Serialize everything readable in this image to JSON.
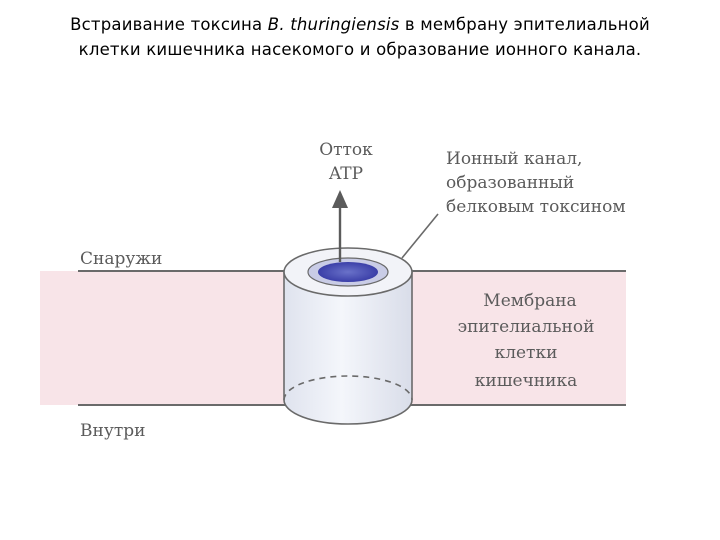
{
  "title": {
    "prefix": "Встраивание токсина ",
    "species": "B. thuringiensis",
    "suffix_line1": " в мембрану эпителиальной",
    "line2": "клетки кишечника насекомого и образование ионного канала."
  },
  "diagram": {
    "labels": {
      "outside": "Снаружи",
      "inside": "Внутри",
      "efflux_line1": "Отток",
      "efflux_line2": "ATP",
      "channel_line1": "Ионный канал,",
      "channel_line2": "образованный",
      "channel_line3": "белковым токсином",
      "membrane_line1": "Мембрана",
      "membrane_line2": "эпителиальной",
      "membrane_line3": "клетки",
      "membrane_line4": "кишечника"
    },
    "colors": {
      "membrane_fill": "#f8e4e8",
      "cylinder_fill": "#eef0f7",
      "channel_pore": "#3b3fa8",
      "line": "#6a6a6a",
      "label_text": "#5b5b5b"
    }
  }
}
